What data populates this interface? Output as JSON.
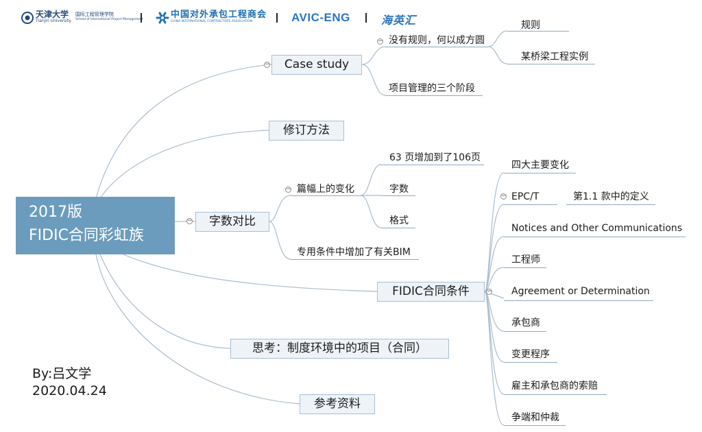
{
  "header": {
    "tju_cn": "天津大学",
    "tju_en": "Tianjin University",
    "tju_school_cn": "国际工程管理学院",
    "tju_school_en": "School of International Project Management",
    "chica_cn": "中国对外承包工程商会",
    "chica_en": "CHINA INTERNATIONAL CONTRACTORS ASSOCIATION",
    "avic": "AVIC-ENG",
    "haiying": "海英汇"
  },
  "central": {
    "line1": "2017版",
    "line2": "FIDIC合同彩虹族"
  },
  "topics": {
    "case_study": {
      "label": "Case study",
      "children": {
        "no_rules": "没有规则，何以成方圆",
        "rules": "规则",
        "bridge": "某桥梁工程实例",
        "three_phases": "项目管理的三个阶段"
      }
    },
    "revision_method": {
      "label": "修订方法"
    },
    "word_count": {
      "label": "字数对比",
      "children": {
        "length_change": "篇幅上的变化",
        "pages": "63 页增加到了106页",
        "words": "字数",
        "format": "格式",
        "bim": "专用条件中增加了有关BIM"
      }
    },
    "fidic_conditions": {
      "label": "FIDIC合同条件",
      "children": {
        "four_changes": "四大主要变化",
        "epct": "EPC/T",
        "epct_def": "第1.1 款中的定义",
        "notices": "Notices and Other Communications",
        "engineer": "工程师",
        "agreement": "Agreement or Determination",
        "contractor": "承包商",
        "variation": "变更程序",
        "claims": "雇主和承包商的索赔",
        "disputes": "争端和仲裁"
      }
    },
    "thinking": {
      "label": "思考：制度环境中的项目（合同）"
    },
    "references": {
      "label": "参考资料"
    }
  },
  "author": {
    "by": "By:吕文学",
    "date": "2020.04.24"
  },
  "colors": {
    "central_bg": "#6b9cbd",
    "topic_bg": "#eef3f8",
    "topic_border": "#a8bfd3",
    "line": "#8fa9c1",
    "logo_blue": "#2a75c0"
  }
}
